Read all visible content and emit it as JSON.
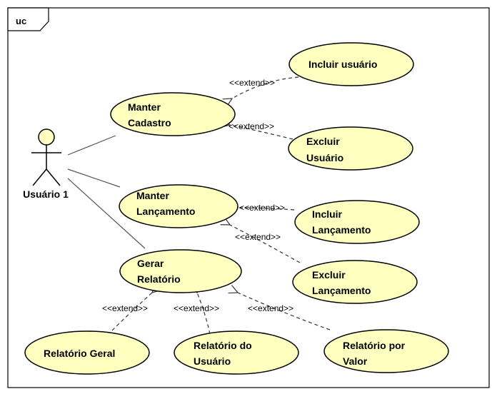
{
  "frame": {
    "label": "uc"
  },
  "actor": {
    "name": "Usuário 1"
  },
  "use_cases": {
    "manter_cadastro": [
      "Manter",
      "Cadastro"
    ],
    "manter_lancamento": [
      "Manter",
      "Lançamento"
    ],
    "gerar_relatorio": [
      "Gerar",
      "Relatório"
    ],
    "incluir_usuario": [
      "Incluir usuário"
    ],
    "excluir_usuario": [
      "Excluir",
      "Usuário"
    ],
    "incluir_lancamento": [
      "Incluir",
      "Lançamento"
    ],
    "excluir_lancamento": [
      "Excluir",
      "Lançamento"
    ],
    "relatorio_geral": [
      "Relatório Geral"
    ],
    "relatorio_usuario": [
      "Relatório do",
      "Usuário"
    ],
    "relatorio_valor": [
      "Relatório por",
      "Valor"
    ]
  },
  "extend_label": "<<extend>>",
  "colors": {
    "use_case_fill": "#FFFFC0",
    "stroke": "#000000",
    "line": "#555555"
  }
}
